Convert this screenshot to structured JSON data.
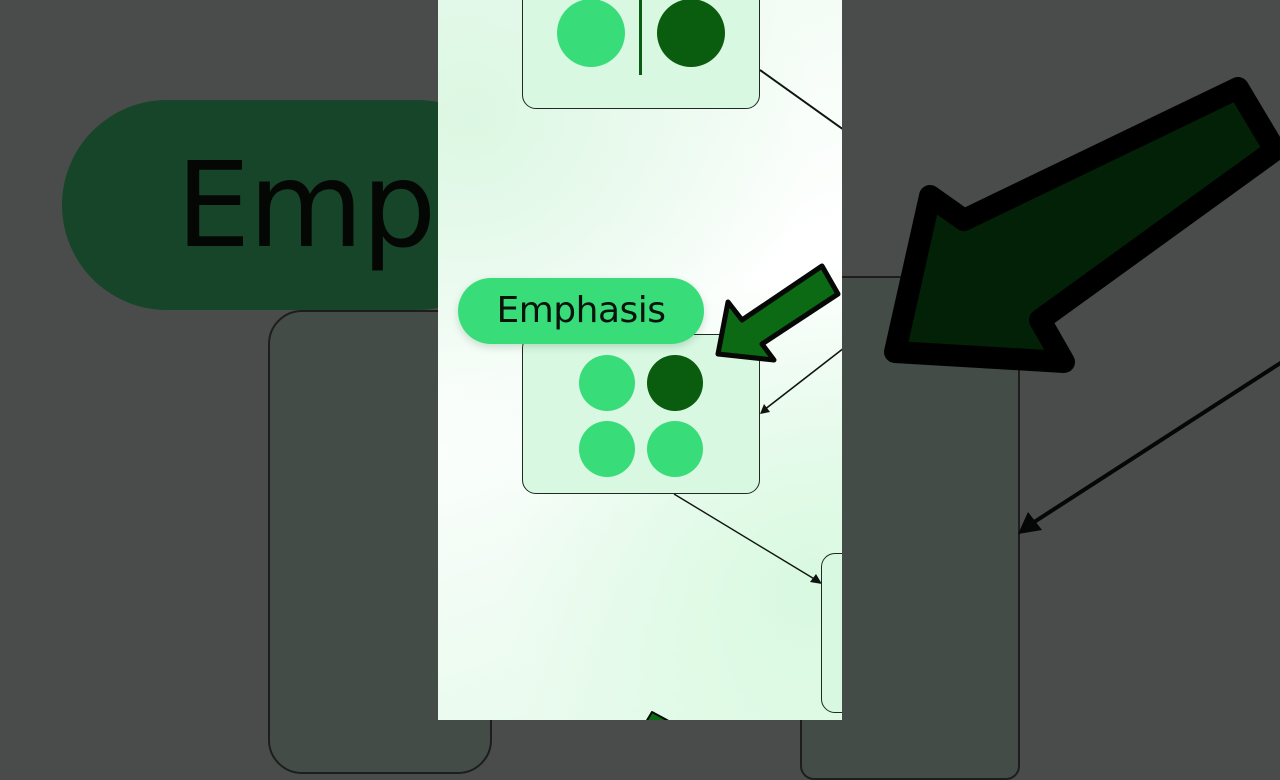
{
  "emphasis_label": "Emphasis",
  "background_label": "Emp",
  "colors": {
    "light_green": "#38dd7a",
    "dark_green": "#0a5c0e",
    "arrow_green": "#0d6a14",
    "card_fill": "#d8f8e2",
    "pill_fill": "#38dd7a",
    "backdrop": "#4a4c4b"
  },
  "top_card": {
    "dots": [
      "light",
      "dark"
    ],
    "divider": true
  },
  "middle_card": {
    "dots": [
      "light",
      "dark",
      "light",
      "light"
    ]
  },
  "icons": [
    "pointer-arrow-icon"
  ]
}
